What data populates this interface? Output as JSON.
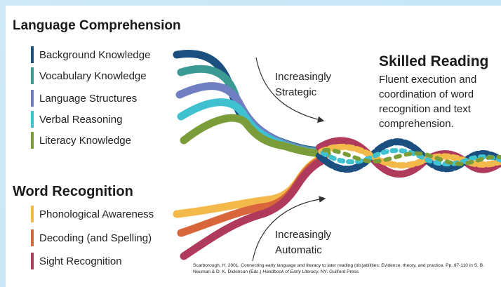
{
  "language_comprehension": {
    "heading": "Language Comprehension",
    "items": [
      {
        "label": "Background Knowledge",
        "color": "#1b4f80"
      },
      {
        "label": "Vocabulary Knowledge",
        "color": "#3b9a93"
      },
      {
        "label": "Language Structures",
        "color": "#6f7fc1"
      },
      {
        "label": "Verbal Reasoning",
        "color": "#3fc1d0"
      },
      {
        "label": "Literacy Knowledge",
        "color": "#7a9d3a"
      }
    ]
  },
  "word_recognition": {
    "heading": "Word Recognition",
    "items": [
      {
        "label": "Phonological Awareness",
        "color": "#f3b94a"
      },
      {
        "label": "Decoding (and Spelling)",
        "color": "#d8663a"
      },
      {
        "label": "Sight Recognition",
        "color": "#b03a5c"
      }
    ]
  },
  "annotations": {
    "strategic": "Increasingly Strategic",
    "automatic": "Increasingly Automatic"
  },
  "skilled_reading": {
    "title": "Skilled Reading",
    "description": "Fluent execution and coordination of word recognition and text comprehension."
  },
  "citation": {
    "part1": "Scarborough, H. 2001. Connecting early language and literacy to later reading (dis)abilities: Evidence, theory, and practice. Pp. 97-110 in S. B. Neuman & D. K. Dickinson (Eds.)",
    "book": "Handbook of Early Literacy.",
    "part2": "NY: Guilford Press."
  }
}
